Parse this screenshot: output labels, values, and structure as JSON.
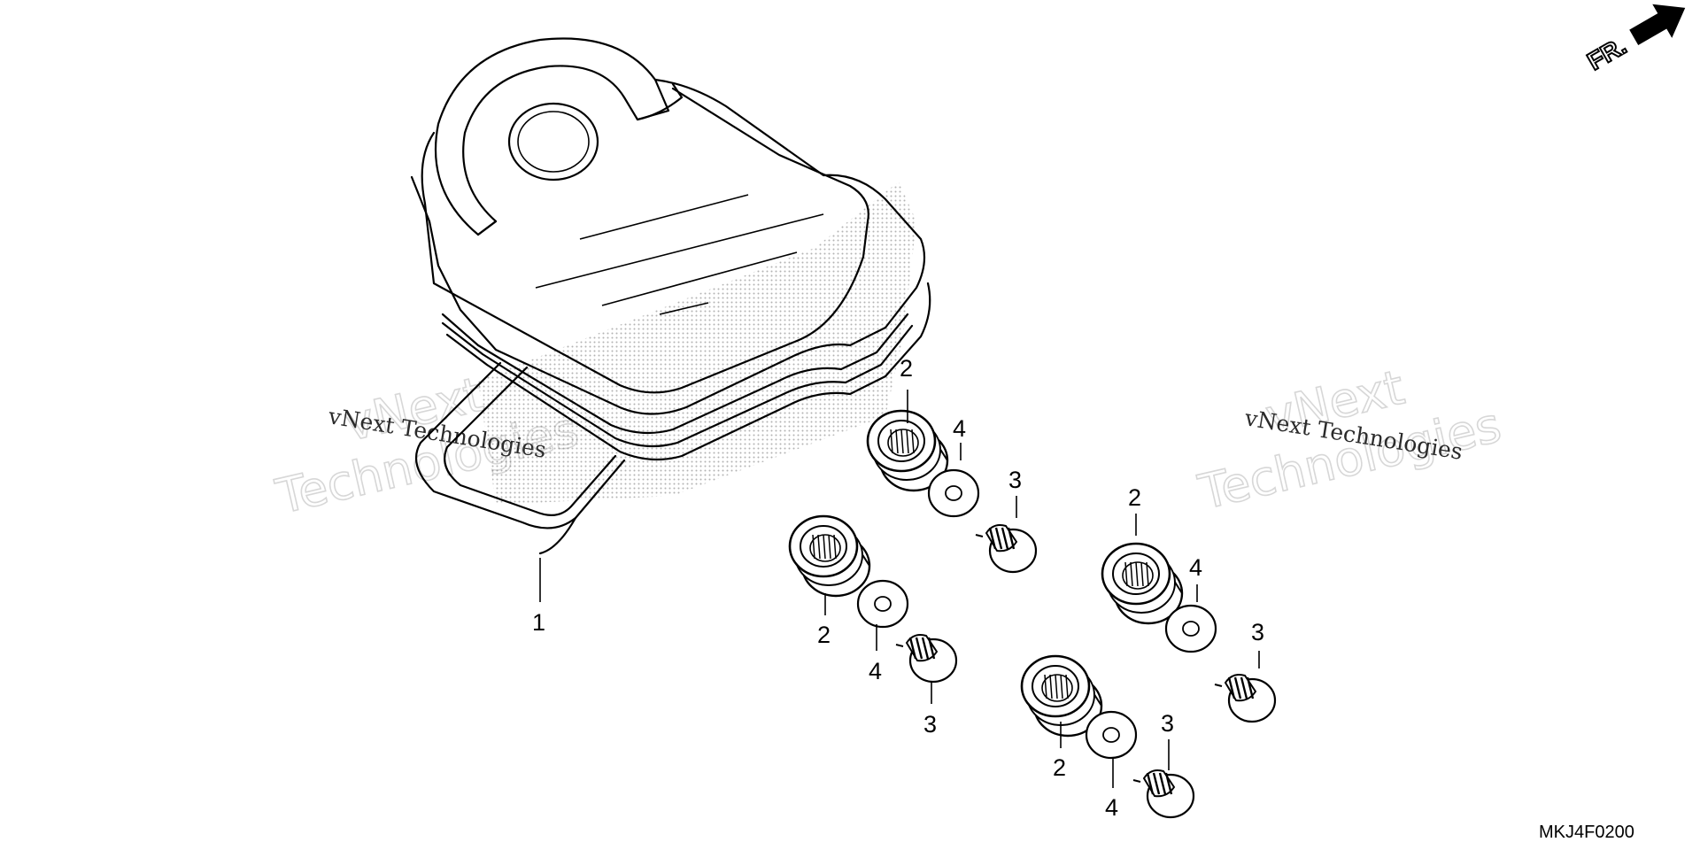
{
  "diagram": {
    "part_code": "MKJ4F0200",
    "direction_label": "FR.",
    "watermark": {
      "line1": "vNext",
      "line2": "Technologies",
      "small": "vNext Technologies"
    },
    "callouts": [
      {
        "id": "c1",
        "label": "1"
      },
      {
        "id": "c2a",
        "label": "2"
      },
      {
        "id": "c4a",
        "label": "4"
      },
      {
        "id": "c3a",
        "label": "3"
      },
      {
        "id": "c2b",
        "label": "2"
      },
      {
        "id": "c4b",
        "label": "4"
      },
      {
        "id": "c3b",
        "label": "3"
      },
      {
        "id": "c2c",
        "label": "2"
      },
      {
        "id": "c4c",
        "label": "4"
      },
      {
        "id": "c3c",
        "label": "3"
      },
      {
        "id": "c2d",
        "label": "2"
      },
      {
        "id": "c4d",
        "label": "4"
      },
      {
        "id": "c3d",
        "label": "3"
      }
    ]
  }
}
